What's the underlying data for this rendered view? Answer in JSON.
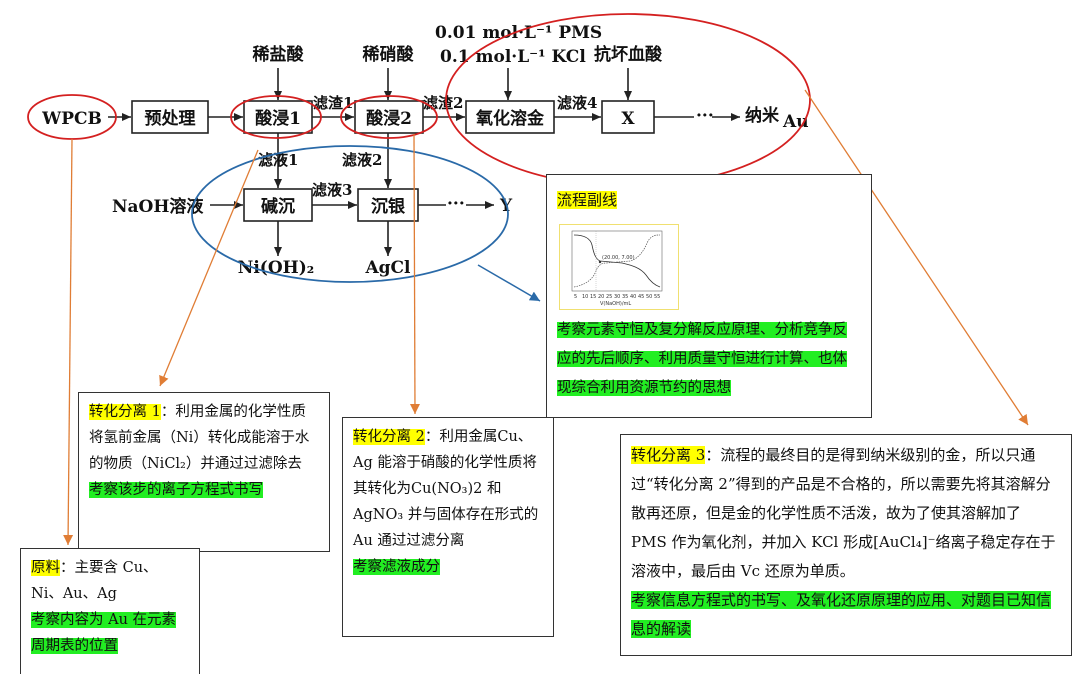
{
  "flow": {
    "reagents": {
      "dilute_hcl": "稀盐酸",
      "dilute_hno3": "稀硝酸",
      "pms": "0.01 mol·L⁻¹ PMS",
      "kcl": "0.1 mol·L⁻¹ KCl",
      "ascorbic": "抗坏血酸",
      "naoh": "NaOH溶液"
    },
    "nodes": {
      "wpcb": "WPCB",
      "pretreat": "预处理",
      "leach1": "酸浸1",
      "leach2": "酸浸2",
      "oxidize": "氧化溶金",
      "x": "X",
      "alkali": "碱沉",
      "silver": "沉银"
    },
    "labels": {
      "residue1": "滤渣1",
      "residue2": "滤渣2",
      "filtrate4": "滤液4",
      "dots_nano": "···",
      "nano_au": "纳米",
      "au": "Au",
      "filtrate1": "滤液1",
      "filtrate2": "滤液2",
      "filtrate3": "滤液3",
      "dots_y": "···",
      "y": "Y",
      "nioh2": "Ni(OH)₂",
      "agcl": "AgCl"
    }
  },
  "notes": {
    "side": {
      "title": "流程副线",
      "body": "考察元素守恒及复分解反应原理、分析竞争反应的先后顺序、利用质量守恒进行计算、也体现综合利用资源节约的思想"
    },
    "sep1": {
      "title": "转化分离 1",
      "text": "：利用金属的化学性质将氢前金属（Ni）转化成能溶于水的物质（NiCl₂）并通过过滤除去",
      "green": "考察该步的离子方程式书写"
    },
    "sep2": {
      "title": "转化分离 2",
      "text": "：利用金属Cu、Ag 能溶于硝酸的化学性质将其转化为Cu(NO₃)2 和 AgNO₃ 并与固体存在形式的 Au 通过过滤分离",
      "green": "考察滤液成分"
    },
    "sep3": {
      "title": "转化分离 3",
      "text": "：流程的最终目的是得到纳米级别的金，所以只通过“转化分离 2”得到的产品是不合格的，所以需要先将其溶解分散再还原，但是金的化学性质不活泼，故为了使其溶解加了 PMS 作为氧化剂，并加入 KCl 形成[AuCl₄]⁻络离子稳定存在于溶液中，最后由 Vc 还原为单质。",
      "green": "考察信息方程式的书写、及氧化还原原理的应用、对题目已知信息的解读"
    },
    "raw": {
      "title": "原料",
      "text": "：主要含 Cu、Ni、Au、Ag",
      "green": "考察内容为 Au 在元素周期表的位置"
    }
  },
  "mini_chart": {
    "annotation": "(20.00, 7.00)",
    "xlabel": "V(NaOH)/mL",
    "ticks": [
      "5",
      "10",
      "15",
      "20",
      "25",
      "30",
      "35",
      "40",
      "45",
      "50",
      "55"
    ]
  },
  "colors": {
    "red": "#d42020",
    "blue": "#2a6aa8",
    "orange": "#e07d35",
    "yellow": "#ffff00",
    "green": "#22ee22"
  }
}
